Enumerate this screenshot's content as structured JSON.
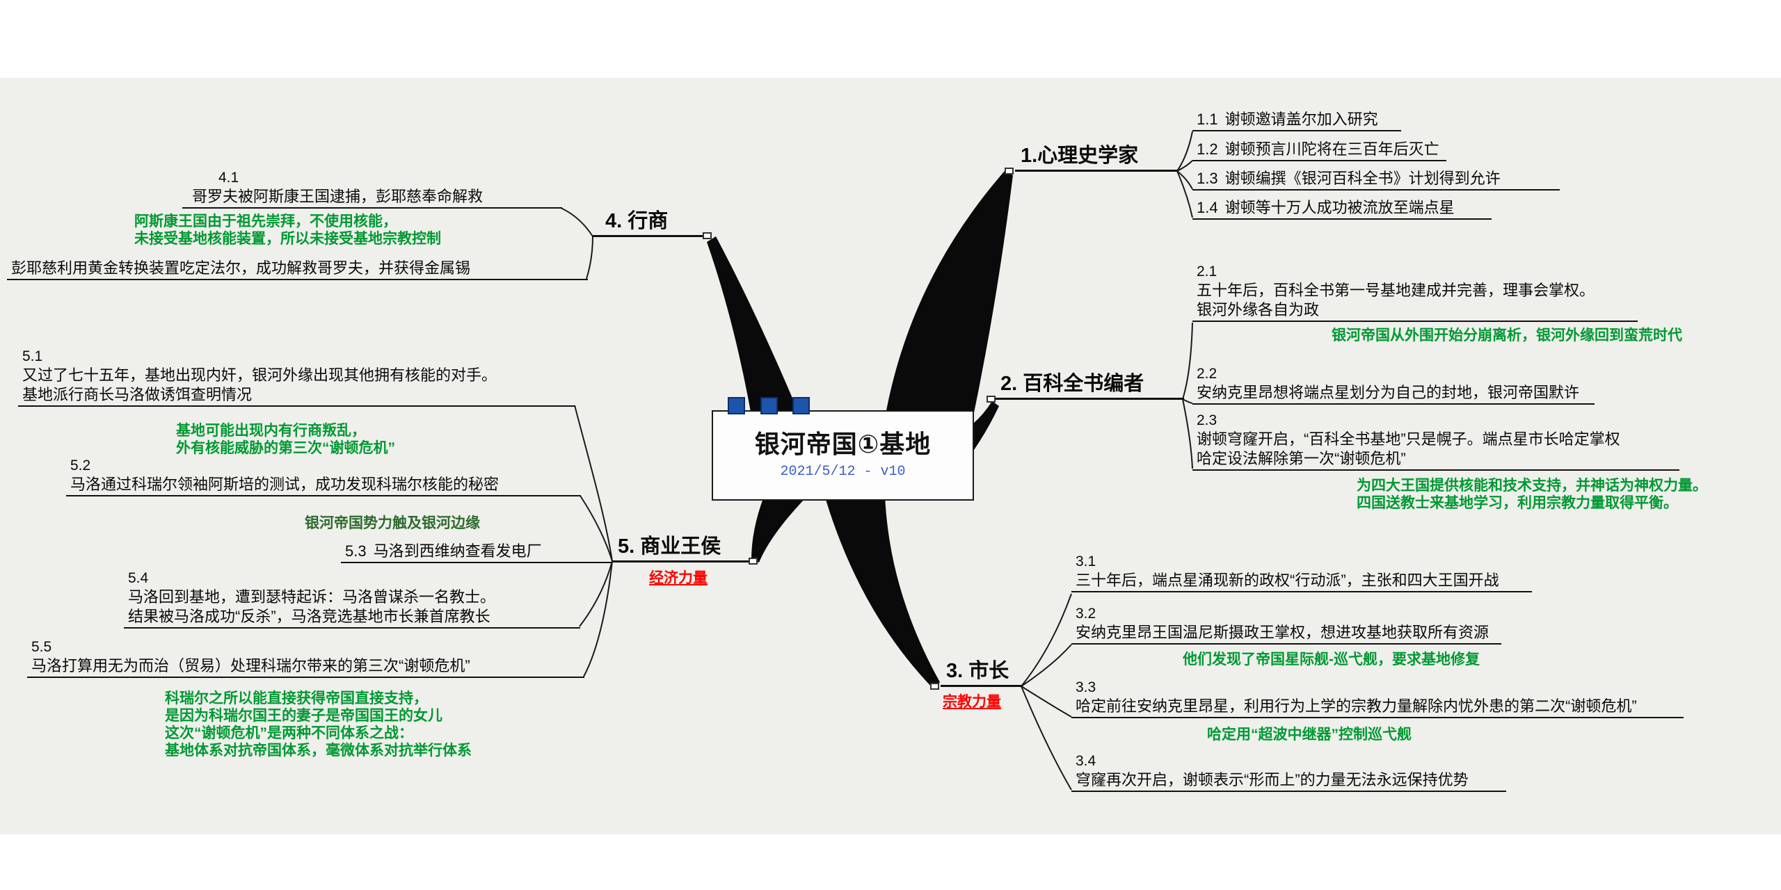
{
  "canvas": {
    "background": "#efefeb",
    "page_background": "#ffffff"
  },
  "colors": {
    "note_green": "#009933",
    "note_dark_green": "#2e6b2e",
    "tag_red": "#ff0000",
    "marker_blue": "#1d55ad",
    "subtitle_blue": "#3a5fc8",
    "branch_black": "#0a0a0a"
  },
  "center": {
    "title": "银河帝国①基地",
    "subtitle": "2021/5/12 - v10",
    "markers": [
      "blue-square-marker",
      "blue-square-marker",
      "blue-square-marker"
    ]
  },
  "branches": [
    {
      "label": "1.心理史学家",
      "children": [
        {
          "num": "1.1",
          "lines": [
            "谢顿邀请盖尔加入研究"
          ]
        },
        {
          "num": "1.2",
          "lines": [
            "谢顿预言川陀将在三百年后灭亡"
          ]
        },
        {
          "num": "1.3",
          "lines": [
            "谢顿编撰《银河百科全书》计划得到允许"
          ]
        },
        {
          "num": "1.4",
          "lines": [
            "谢顿等十万人成功被流放至端点星"
          ]
        }
      ]
    },
    {
      "label": "2. 百科全书编者",
      "children": [
        {
          "num": "2.1",
          "lines": [
            "五十年后，百科全书第一号基地建成并完善，理事会掌权。",
            "银河外缘各自为政"
          ],
          "note": [
            "银河帝国从外围开始分崩离析，银河外缘回到蛮荒时代"
          ]
        },
        {
          "num": "2.2",
          "lines": [
            "安纳克里昂想将端点星划分为自己的封地，银河帝国默许"
          ]
        },
        {
          "num": "2.3",
          "lines": [
            "谢顿穹窿开启，“百科全书基地”只是幌子。端点星市长哈定掌权",
            "哈定设法解除第一次“谢顿危机”"
          ],
          "note": [
            "为四大王国提供核能和技术支持，并神话为神权力量。",
            "四国送教士来基地学习，利用宗教力量取得平衡。"
          ]
        }
      ]
    },
    {
      "label": "3. 市长",
      "tag": "宗教力量",
      "children": [
        {
          "num": "3.1",
          "lines": [
            "三十年后，端点星涌现新的政权“行动派”，主张和四大王国开战"
          ]
        },
        {
          "num": "3.2",
          "lines": [
            "安纳克里昂王国温尼斯摄政王掌权，想进攻基地获取所有资源"
          ],
          "note": [
            "他们发现了帝国星际舰-巡弋舰，要求基地修复"
          ]
        },
        {
          "num": "3.3",
          "lines": [
            "哈定前往安纳克里昂星，利用行为上学的宗教力量解除内忧外患的第二次“谢顿危机”"
          ],
          "note": [
            "哈定用“超波中继器”控制巡弋舰"
          ]
        },
        {
          "num": "3.4",
          "lines": [
            "穹窿再次开启，谢顿表示“形而上”的力量无法永远保持优势"
          ]
        }
      ]
    },
    {
      "label": "4. 行商",
      "children": [
        {
          "num": "4.1",
          "lines": [
            "哥罗夫被阿斯康王国逮捕，彭耶慈奉命解救"
          ],
          "note": [
            "阿斯康王国由于祖先崇拜，不使用核能，",
            "未接受基地核能装置，所以未接受基地宗教控制"
          ]
        },
        {
          "num": "",
          "lines": [
            "彭耶慈利用黄金转换装置吃定法尔，成功解救哥罗夫，并获得金属锡"
          ]
        }
      ]
    },
    {
      "label": "5. 商业王侯",
      "tag": "经济力量",
      "children": [
        {
          "num": "5.1",
          "lines": [
            "又过了七十五年，基地出现内奸，银河外缘出现其他拥有核能的对手。",
            "基地派行商长马洛做诱饵查明情况"
          ],
          "note": [
            "基地可能出现内有行商叛乱，",
            "外有核能威胁的第三次“谢顿危机”"
          ]
        },
        {
          "num": "5.2",
          "lines": [
            "马洛通过科瑞尔领袖阿斯培的测试，成功发现科瑞尔核能的秘密"
          ],
          "note": [
            "银河帝国势力触及银河边缘"
          ]
        },
        {
          "num": "5.3",
          "lines": [
            "马洛到西维纳查看发电厂"
          ]
        },
        {
          "num": "5.4",
          "lines": [
            "马洛回到基地，遭到瑟特起诉：马洛曾谋杀一名教士。",
            "结果被马洛成功“反杀”，马洛竞选基地市长兼首席教长"
          ]
        },
        {
          "num": "5.5",
          "lines": [
            "马洛打算用无为而治（贸易）处理科瑞尔带来的第三次“谢顿危机”"
          ],
          "note": [
            "科瑞尔之所以能直接获得帝国直接支持，",
            "是因为科瑞尔国王的妻子是帝国国王的女儿",
            "这次“谢顿危机”是两种不同体系之战：",
            "基地体系对抗帝国体系，毫微体系对抗举行体系"
          ]
        }
      ]
    }
  ]
}
